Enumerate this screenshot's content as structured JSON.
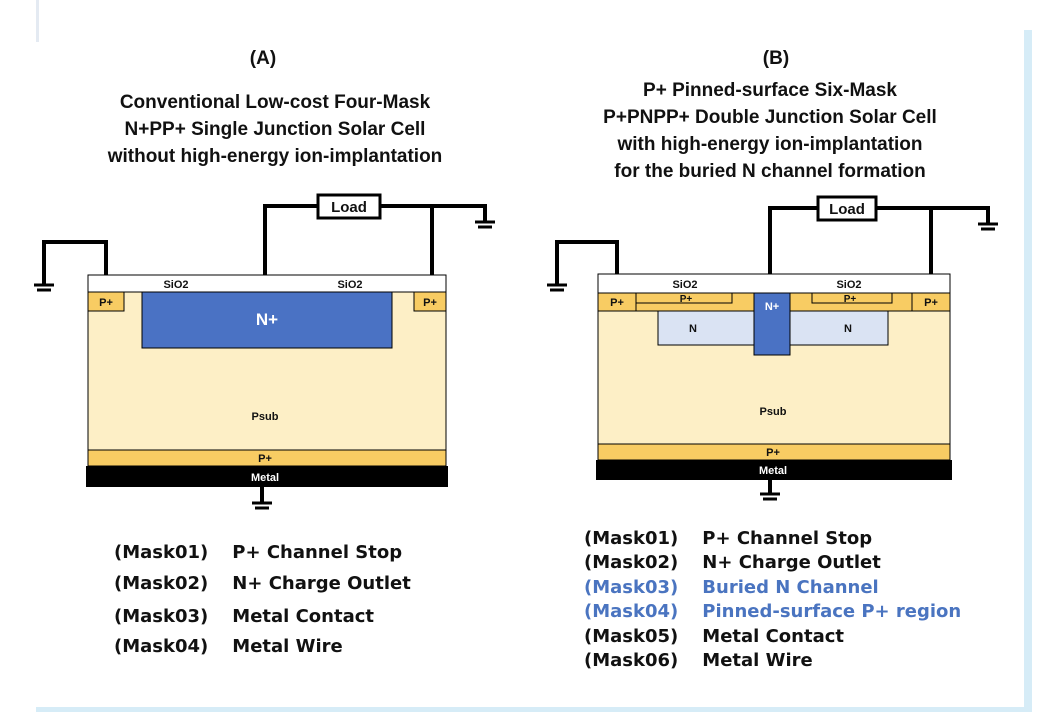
{
  "panel_a": {
    "label": "(A)",
    "title_lines": [
      "Conventional Low-cost Four-Mask",
      "N+PP+ Single Junction Solar Cell",
      "without high-energy ion-implantation"
    ],
    "labels": {
      "load": "Load",
      "sio2_left": "SiO2",
      "sio2_right": "SiO2",
      "p_plus_left": "P+",
      "p_plus_right": "P+",
      "n_plus": "N+",
      "psub": "Psub",
      "p_plus_bottom": "P+",
      "metal": "Metal"
    },
    "masks": [
      {
        "tag": "(Mask01)",
        "text": "P+ Channel Stop"
      },
      {
        "tag": "(Mask02)",
        "text": "N+ Charge Outlet"
      },
      {
        "tag": "(Mask03)",
        "text": "Metal Contact"
      },
      {
        "tag": "(Mask04)",
        "text": "Metal Wire"
      }
    ]
  },
  "panel_b": {
    "label": "(B)",
    "title_lines": [
      "P+ Pinned-surface Six-Mask",
      "P+PNPP+ Double Junction Solar Cell",
      "with high-energy ion-implantation",
      "for the buried N channel formation"
    ],
    "labels": {
      "load": "Load",
      "sio2_left": "SiO2",
      "sio2_right": "SiO2",
      "p_plus_left": "P+",
      "p_plus_right": "P+",
      "pinned_left": "P+",
      "pinned_right": "P+",
      "n_plus": "N+",
      "n_left": "N",
      "n_right": "N",
      "psub": "Psub",
      "p_plus_bottom": "P+",
      "metal": "Metal"
    },
    "masks": [
      {
        "tag": "(Mask01)",
        "text": "P+ Channel Stop"
      },
      {
        "tag": "(Mask02)",
        "text": "N+ Charge Outlet"
      },
      {
        "tag": "(Mask03)",
        "text": "Buried N Channel"
      },
      {
        "tag": "(Mask04)",
        "text": "Pinned-surface P+ region"
      },
      {
        "tag": "(Mask05)",
        "text": "Metal Contact"
      },
      {
        "tag": "(Mask06)",
        "text": "Metal Wire"
      }
    ]
  },
  "colors": {
    "psub": "#fdefc6",
    "p_plus": "#f8cc63",
    "n_plus": "#4a72c4",
    "n_buried": "#dae3f3",
    "metal": "#000000",
    "highlight_text": "#4a74c0"
  }
}
